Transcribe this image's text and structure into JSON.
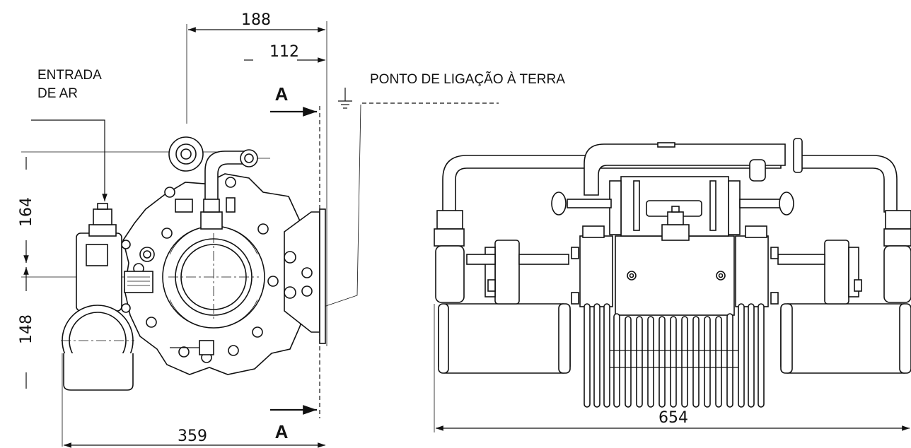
{
  "labels": {
    "air_inlet_line1": "ENTRADA",
    "air_inlet_line2": "DE AR",
    "ground_point": "PONTO DE LIGAÇÃO À TERRA",
    "section_top": "A",
    "section_bottom": "A"
  },
  "dimensions": {
    "top_width": "188",
    "offset_width": "112",
    "upper_height": "164",
    "lower_height": "148",
    "overall_width_side": "359",
    "overall_width_front": "654"
  },
  "colors": {
    "line": "#111111",
    "background": "#ffffff"
  },
  "icons": {
    "ground": "ground-symbol-icon"
  }
}
